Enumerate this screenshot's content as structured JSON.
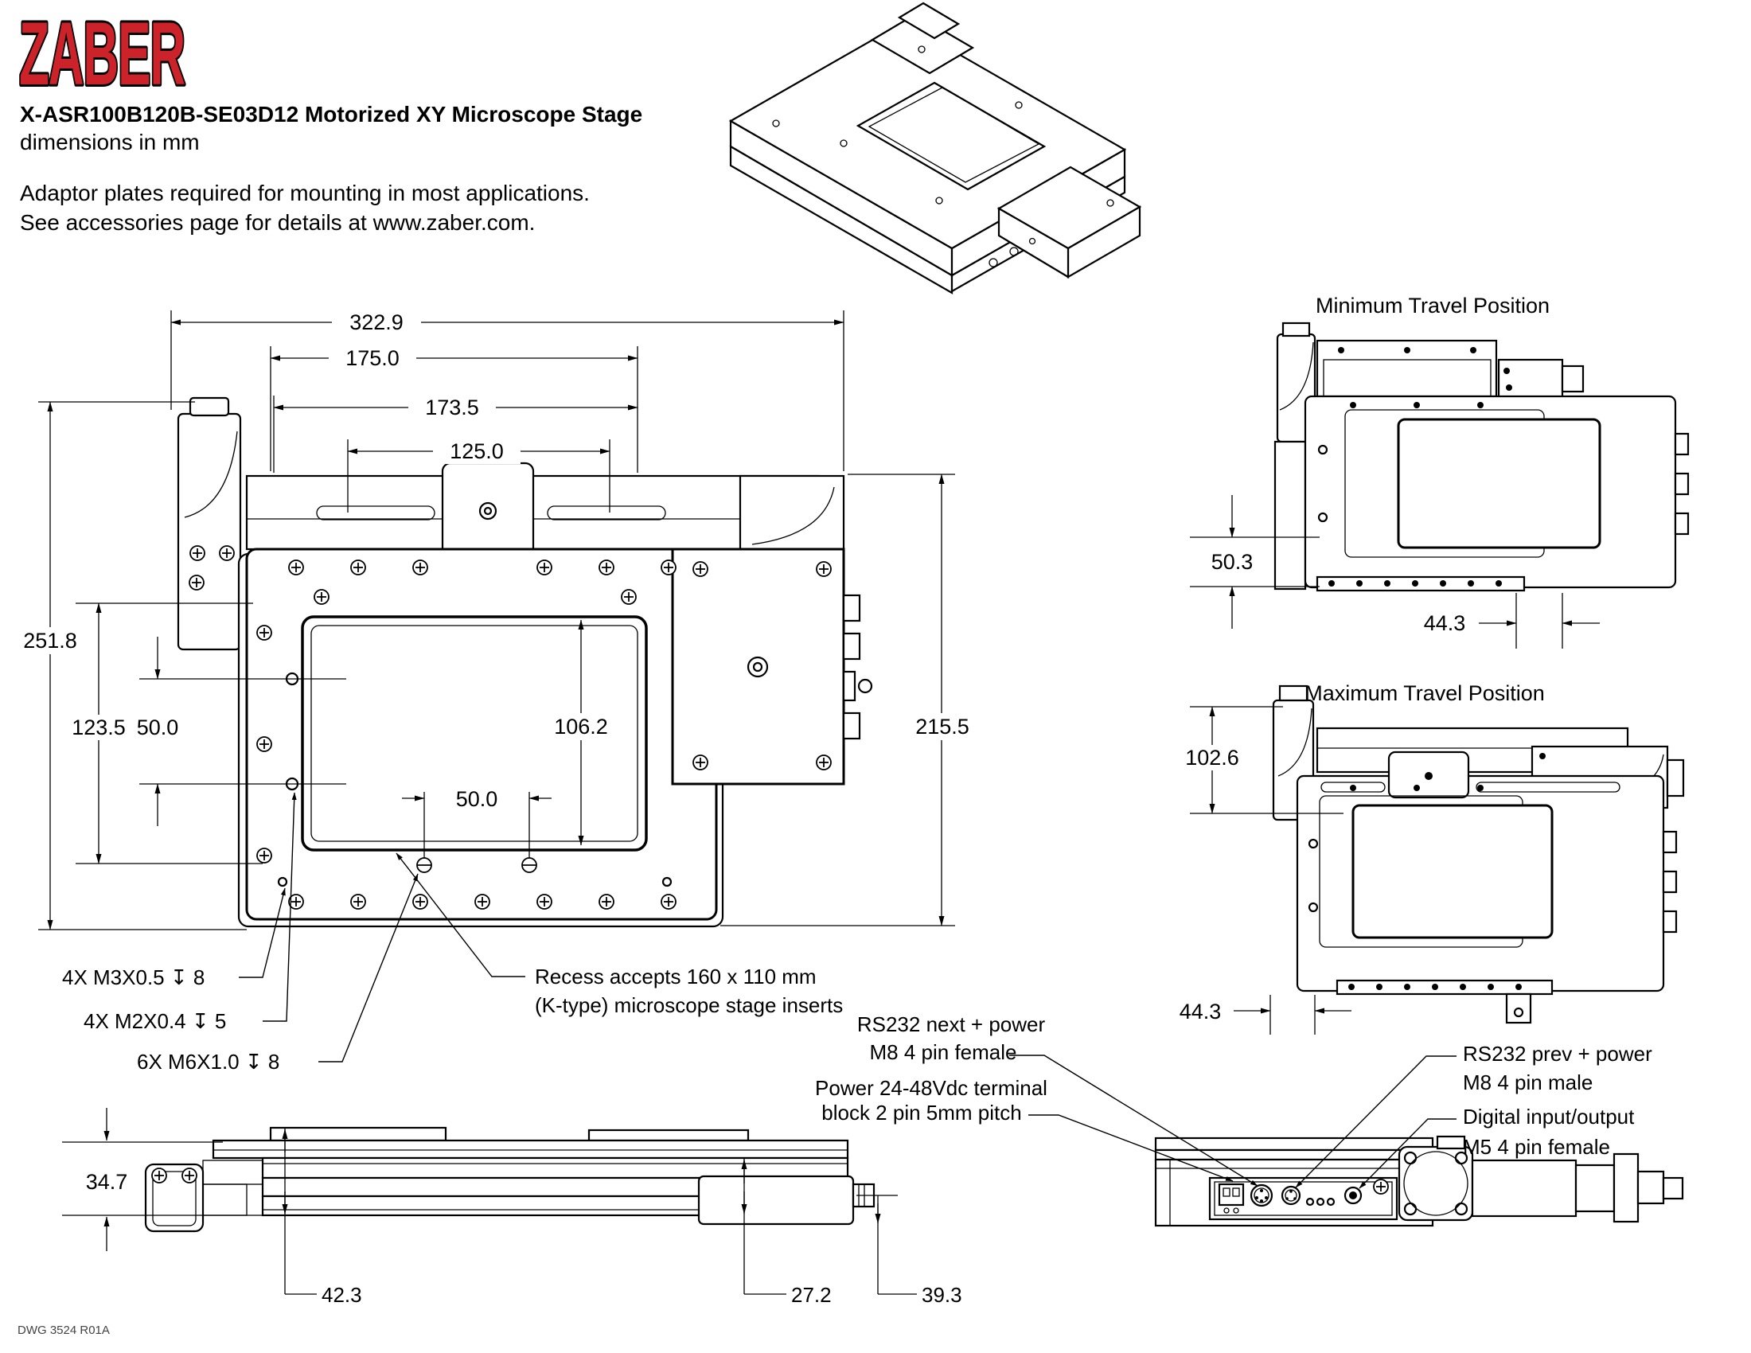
{
  "header": {
    "logo": "ZABER",
    "title": "X-ASR100B120B-SE03D12 Motorized XY Microscope Stage",
    "subtitle": "dimensions in mm",
    "note_line1": "Adaptor plates required for mounting in most applications.",
    "note_line2": "See accessories page for details at www.zaber.com."
  },
  "plan_view": {
    "dims": {
      "overall_width": "322.9",
      "top_width_outer": "175.0",
      "top_width_inner": "173.5",
      "top_hole_span": "125.0",
      "overall_depth": "251.8",
      "left_hole_span": "123.5",
      "left_hole_pitch": "50.0",
      "aperture_height": "106.2",
      "center_hole_pitch": "50.0",
      "right_overall_height": "215.5"
    },
    "callouts": {
      "m3": "4X M3X0.5 ↧ 8",
      "m2": "4X M2X0.4 ↧ 5",
      "m6": "6X M6X1.0 ↧ 8",
      "recess_line1": "Recess accepts 160 x 110 mm",
      "recess_line2": "(K-type) microscope stage inserts"
    }
  },
  "min_travel_view": {
    "title": "Minimum Travel Position",
    "vertical_dim": "50.3",
    "horizontal_dim": "44.3"
  },
  "max_travel_view": {
    "title": "Maximum Travel Position",
    "vertical_dim": "102.6",
    "horizontal_dim": "44.3"
  },
  "side_view": {
    "height": "34.7",
    "dim_42": "42.3",
    "dim_27": "27.2",
    "dim_39": "39.3"
  },
  "connector_view": {
    "rs232_next_line1": "RS232 next + power",
    "rs232_next_line2": "M8 4 pin female",
    "power_line1": "Power 24-48Vdc terminal",
    "power_line2": "block 2 pin 5mm pitch",
    "rs232_prev_line1": "RS232 prev + power",
    "rs232_prev_line2": "M8 4 pin male",
    "dio_line1": "Digital input/output",
    "dio_line2": "M5 4 pin female"
  },
  "footer": {
    "dwg_number": "DWG 3524 R01A"
  },
  "colors": {
    "logo_red": "#cc2229",
    "line_black": "#000000"
  }
}
